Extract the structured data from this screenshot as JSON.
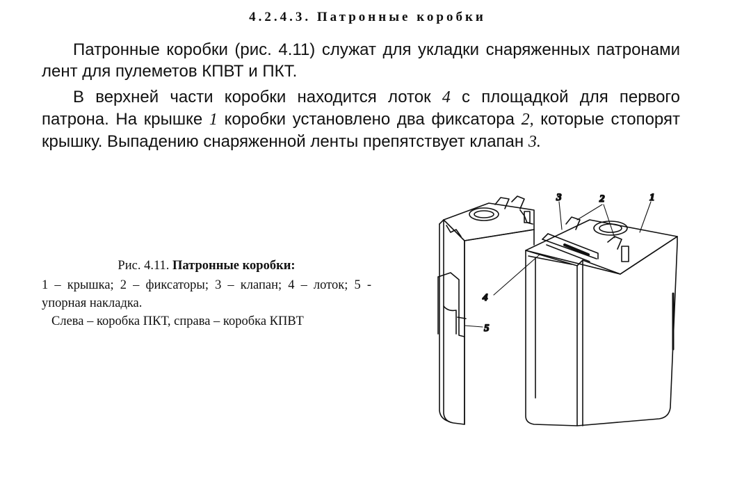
{
  "section": {
    "heading": "4.2.4.3. Патронные коробки"
  },
  "paragraph1": {
    "text": "Патронные коробки (рис. 4.11) служат для укладки снаряженных патронами лент для пулеметов КПВТ и ПКТ."
  },
  "paragraph2": {
    "seg1": "В верхней части коробки находится лоток ",
    "n4": "4",
    "seg2": " с площадкой для первого патрона. На крышке ",
    "n1": "1",
    "seg3": " коробки установлено два фиксатора ",
    "n2": "2,",
    "seg4": " которые стопорят крышку. Выпадению снаряженной ленты препятствует клапан ",
    "n3": "3."
  },
  "caption": {
    "prefix": "Рис. 4.11. ",
    "title": "Патронные коробки:",
    "legend": "1 – крышка; 2 – фиксаторы; 3 – клапан; 4 – лоток; 5 - упорная накладка.",
    "note": "Слева – коробка ПКТ, справа – коробка КПВТ"
  },
  "figure": {
    "labels": {
      "l1": "1",
      "l2": "2",
      "l3": "3",
      "l4": "4",
      "l5": "5"
    }
  }
}
